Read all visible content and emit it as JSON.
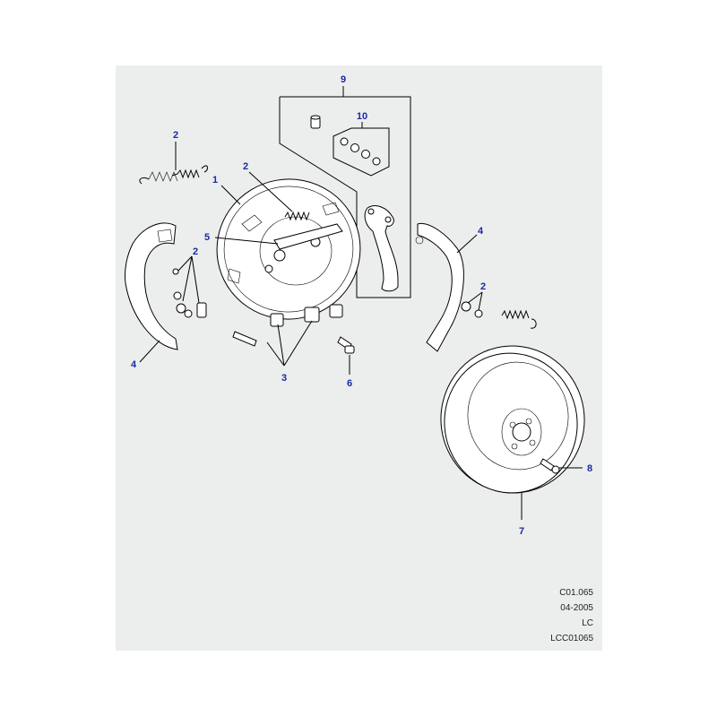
{
  "callouts": {
    "c1": "1",
    "c2a": "2",
    "c2b": "2",
    "c2c": "2",
    "c2d": "2",
    "c3": "3",
    "c4a": "4",
    "c4b": "4",
    "c5": "5",
    "c6": "6",
    "c7": "7",
    "c8": "8",
    "c9": "9",
    "c10": "10"
  },
  "reference": {
    "code": "C01.065",
    "date": "04-2005",
    "model": "LC",
    "illustration_id": "LCC01065"
  },
  "colors": {
    "callout": "#1a2aa0",
    "panel": "#eceeee"
  }
}
